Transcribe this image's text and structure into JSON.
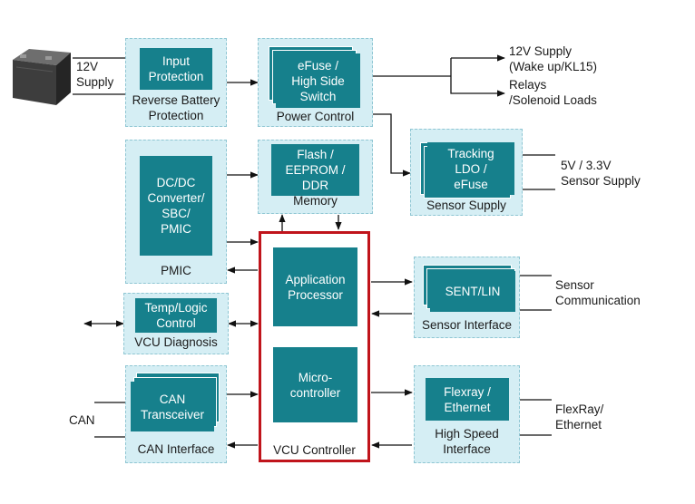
{
  "battery": {
    "icon": "car-battery-icon",
    "label": "12V\nSupply"
  },
  "groups": {
    "input": {
      "block": "Input\nProtection",
      "caption": "Reverse Battery\nProtection"
    },
    "power": {
      "block": "eFuse /\nHigh Side\nSwitch",
      "caption": "Power Control"
    },
    "pmic": {
      "block": "DC/DC\nConverter/\nSBC/\nPMIC",
      "caption": "PMIC"
    },
    "memory": {
      "block": "Flash /\nEEPROM /\nDDR",
      "caption": "Memory"
    },
    "sensor_supply": {
      "block": "Tracking\nLDO /\neFuse",
      "caption": "Sensor Supply"
    },
    "diagnosis": {
      "block": "Temp/Logic\nControl",
      "caption": "VCU Diagnosis"
    },
    "can": {
      "block": "CAN\nTransceiver",
      "caption": "CAN Interface"
    },
    "vcu": {
      "app_processor": "Application\nProcessor",
      "microcontroller": "Micro-\ncontroller",
      "caption": "VCU Controller"
    },
    "sensor_interface": {
      "block": "SENT/LIN",
      "caption": "Sensor Interface"
    },
    "high_speed": {
      "block": "Flexray /\nEthernet",
      "caption": "High Speed\nInterface"
    }
  },
  "external_labels": {
    "supply_12v": "12V Supply\n(Wake up/KL15)",
    "relays": "Relays\n/Solenoid Loads",
    "sensor_supply_out": "5V / 3.3V\nSensor Supply",
    "sensor_comm": "Sensor\nCommunication",
    "can_bus": "CAN",
    "flexray": "FlexRay/\nEthernet"
  },
  "colors": {
    "block": "#16808c",
    "group": "#d5eef4",
    "group_border": "#8fc6d3",
    "vcu_frame": "#c0141b"
  }
}
